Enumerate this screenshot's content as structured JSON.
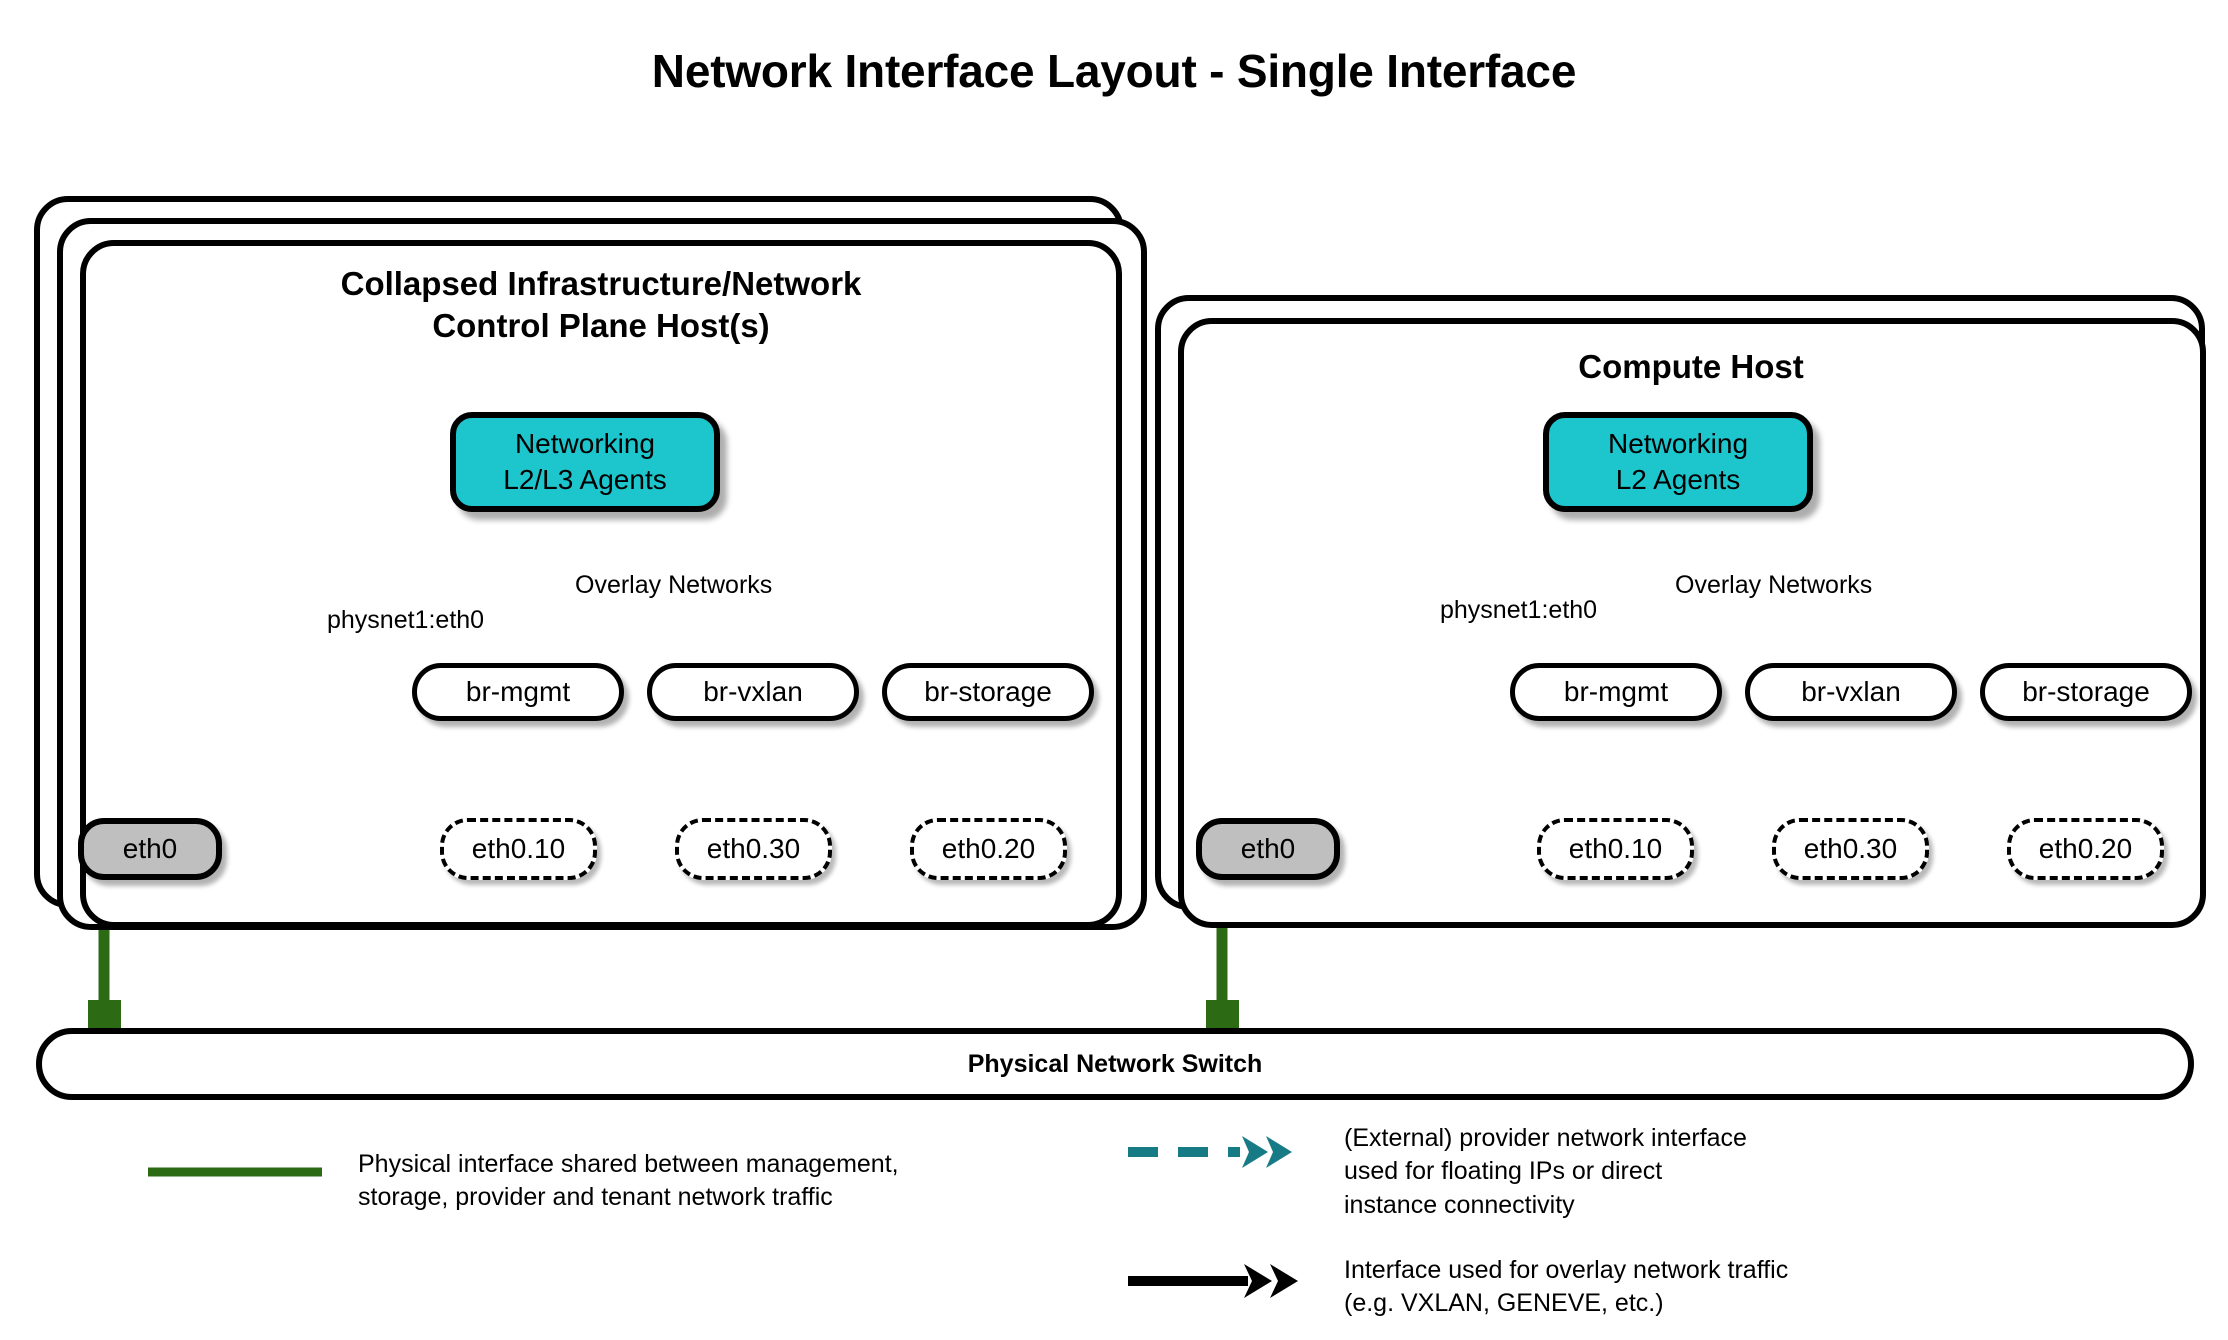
{
  "title": "Network Interface Layout - Single Interface",
  "colors": {
    "agent_fill": "#1dc5cd",
    "physical_link": "#2d6a14",
    "provider_link": "#167b84",
    "phys_iface_fill": "#bfbfbf",
    "outline": "#000000"
  },
  "hosts": [
    {
      "id": "control-plane",
      "title": "Collapsed Infrastructure/Network\nControl Plane Host(s)",
      "stack_count": 3,
      "agents": {
        "label": "Networking\nL2/L3 Agents"
      },
      "provider_label": "physnet1:eth0",
      "overlay_label": "Overlay Networks",
      "physical_interface": "eth0",
      "bridges": [
        {
          "name": "br-mgmt",
          "vlan": "eth0.10"
        },
        {
          "name": "br-vxlan",
          "vlan": "eth0.30"
        },
        {
          "name": "br-storage",
          "vlan": "eth0.20"
        }
      ]
    },
    {
      "id": "compute",
      "title": "Compute Host",
      "stack_count": 2,
      "agents": {
        "label": "Networking\nL2 Agents"
      },
      "provider_label": "physnet1:eth0",
      "overlay_label": "Overlay Networks",
      "physical_interface": "eth0",
      "bridges": [
        {
          "name": "br-mgmt",
          "vlan": "eth0.10"
        },
        {
          "name": "br-vxlan",
          "vlan": "eth0.30"
        },
        {
          "name": "br-storage",
          "vlan": "eth0.20"
        }
      ]
    }
  ],
  "switch": {
    "label": "Physical Network Switch"
  },
  "legend": [
    {
      "id": "physical-interface",
      "style": "solid-green-line",
      "text": "Physical interface shared between management,\nstorage, provider and tenant network traffic"
    },
    {
      "id": "provider-network-interface",
      "style": "dashed-teal-double-chevron",
      "text": "(External) provider network interface\nused for floating IPs or direct\ninstance connectivity"
    },
    {
      "id": "overlay-network-interface",
      "style": "solid-black-arrow",
      "text": "Interface used for overlay network traffic\n(e.g. VXLAN, GENEVE, etc.)"
    }
  ]
}
